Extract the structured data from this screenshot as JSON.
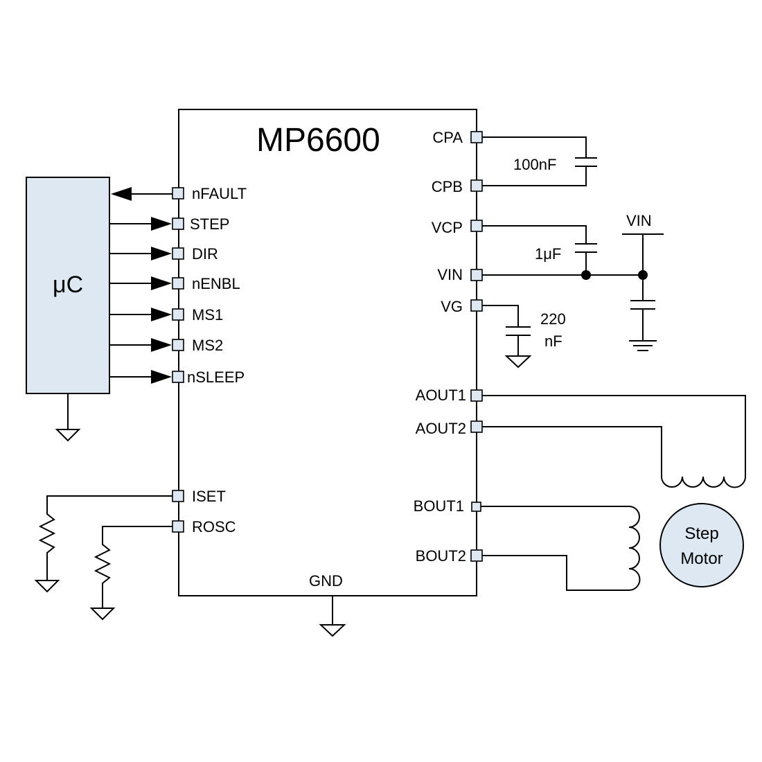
{
  "chip": {
    "name": "MP6600",
    "left_pins": [
      "nFAULT",
      "STEP",
      "DIR",
      "nENBL",
      "MS1",
      "MS2",
      "nSLEEP",
      "ISET",
      "ROSC"
    ],
    "right_pins": [
      "CPA",
      "CPB",
      "VCP",
      "VIN",
      "VG",
      "AOUT1",
      "AOUT2",
      "BOUT1",
      "BOUT2"
    ],
    "bottom_pin": "GND"
  },
  "microcontroller": {
    "label": "μC",
    "fill_color": "#dde8f3"
  },
  "components": {
    "cap_cpa_cpb": "100nF",
    "cap_vcp": "1μF",
    "cap_vg_line1": "220",
    "cap_vg_line2": "nF",
    "supply": "VIN"
  },
  "motor": {
    "line1": "Step",
    "line2": "Motor",
    "fill_color": "#dde8f3"
  },
  "colors": {
    "pin_fill": "#dde8f3",
    "wire": "#000000"
  }
}
